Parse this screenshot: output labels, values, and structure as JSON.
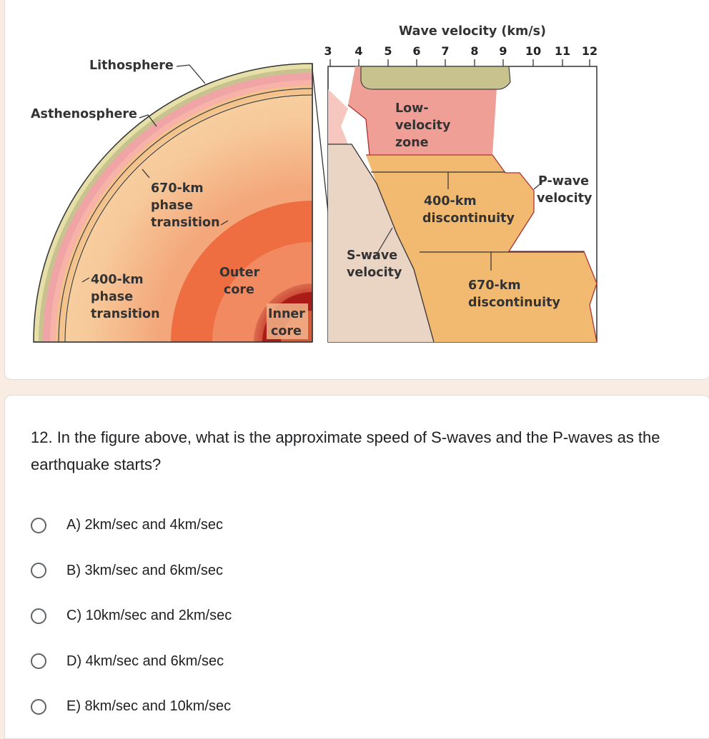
{
  "figure": {
    "title": "Wave velocity (km/s)",
    "axis_ticks": [
      "3",
      "4",
      "5",
      "6",
      "7",
      "8",
      "9",
      "10",
      "11",
      "12"
    ],
    "labels": {
      "lithosphere": "Lithosphere",
      "asthenosphere": "Asthenosphere",
      "phase670_1": "670-km",
      "phase670_2": "phase",
      "phase670_3": "transition",
      "phase400_1": "400-km",
      "phase400_2": "phase",
      "phase400_3": "transition",
      "outer_core_1": "Outer",
      "outer_core_2": "core",
      "inner_core_1": "Inner",
      "inner_core_2": "core",
      "lvz_1": "Low-",
      "lvz_2": "velocity",
      "lvz_3": "zone",
      "pwave_1": "P-wave",
      "pwave_2": "velocity",
      "disc400_1": "400-km",
      "disc400_2": "discontinuity",
      "swave_1": "S-wave",
      "swave_2": "velocity",
      "disc670_1": "670-km",
      "disc670_2": "discontinuity"
    },
    "colors": {
      "lithosphere": "#c8c28f",
      "low_velocity": "#ef9f96",
      "mantle": "#f2b970",
      "swave_region": "#ead4c4",
      "outer_core": "#ec6b3c",
      "inner_core": "#b8201c"
    }
  },
  "question": {
    "text": "12. In the figure above, what is the approximate speed of S-waves and the P-waves as the earthquake starts?",
    "options": [
      {
        "label": "A) 2km/sec and 4km/sec"
      },
      {
        "label": "B) 3km/sec and 6km/sec"
      },
      {
        "label": "C) 10km/sec and 2km/sec"
      },
      {
        "label": "D) 4km/sec and 6km/sec"
      },
      {
        "label": "E) 8km/sec and 10km/sec"
      }
    ]
  }
}
